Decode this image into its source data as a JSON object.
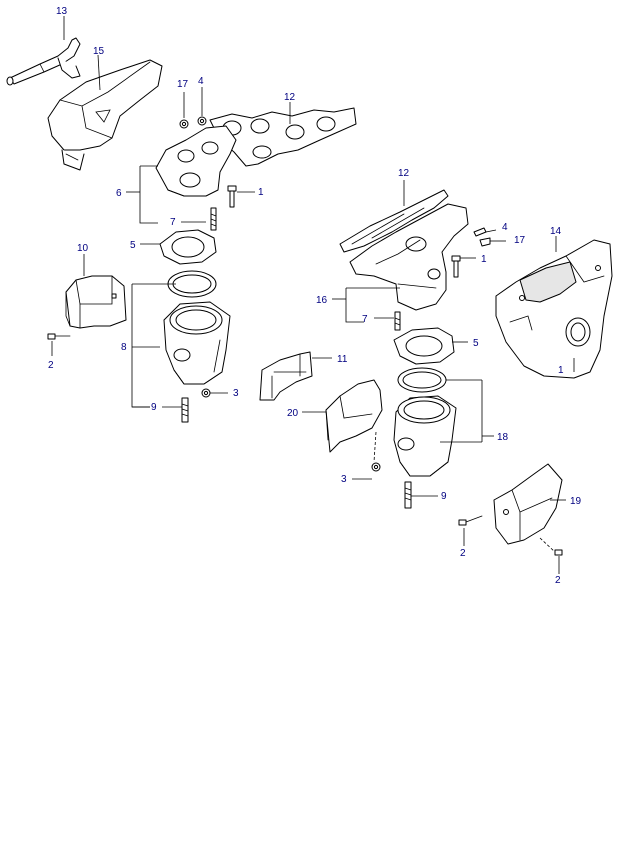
{
  "colors": {
    "callout_text": "#000080",
    "line_art": "#000000",
    "background": "#ffffff"
  },
  "callouts": {
    "c1a": "1",
    "c1b": "1",
    "c1c": "1",
    "c2a": "2",
    "c2b": "2",
    "c2c": "2",
    "c3a": "3",
    "c3b": "3",
    "c4a": "4",
    "c4b": "4",
    "c5a": "5",
    "c5b": "5",
    "c6": "6",
    "c7a": "7",
    "c7b": "7",
    "c8": "8",
    "c9a": "9",
    "c9b": "9",
    "c10": "10",
    "c11": "11",
    "c12a": "12",
    "c12b": "12",
    "c13": "13",
    "c14": "14",
    "c15": "15",
    "c16": "16",
    "c17a": "17",
    "c17b": "17",
    "c18": "18",
    "c19": "19",
    "c20": "20"
  }
}
